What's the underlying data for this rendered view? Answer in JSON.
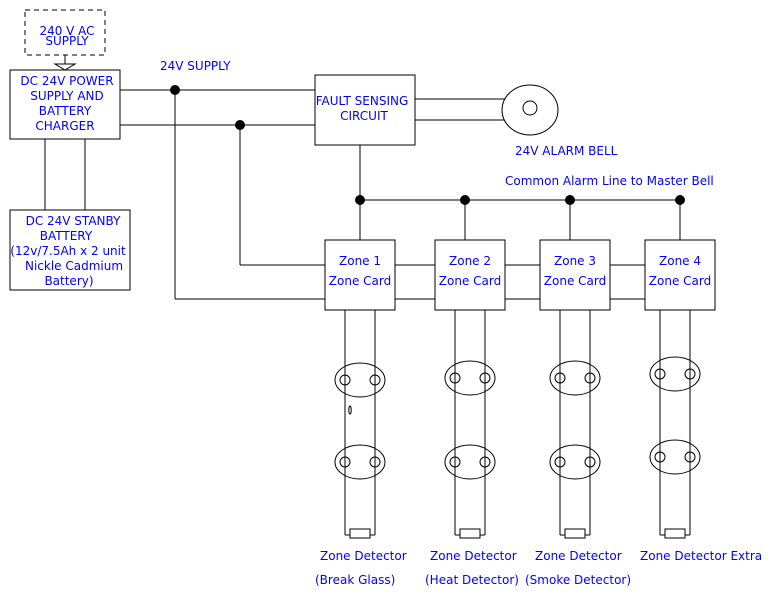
{
  "ac_supply": {
    "lines": [
      "240 V AC",
      "SUPPLY"
    ]
  },
  "power_supply": {
    "lines": [
      "DC 24V POWER",
      "SUPPLY AND",
      "BATTERY",
      "CHARGER"
    ]
  },
  "battery": {
    "lines": [
      "DC 24V STANBY",
      "BATTERY",
      "(12v/7.5Ah x 2 unit",
      "Nickle Cadmium",
      "Battery)"
    ]
  },
  "supply_label": "24V SUPPLY",
  "fault_circuit": {
    "lines": [
      "FAULT SENSING",
      "CIRCUIT"
    ]
  },
  "bell_label": "24V ALARM BELL",
  "common_line_label": "Common Alarm Line to Master Bell",
  "zones": [
    {
      "card": [
        "Zone 1",
        "Zone Card"
      ],
      "detector": "Zone Detector",
      "type": "(Break Glass)"
    },
    {
      "card": [
        "Zone 2",
        "Zone Card"
      ],
      "detector": "Zone Detector",
      "type": "(Heat Detector)"
    },
    {
      "card": [
        "Zone 3",
        "Zone Card"
      ],
      "detector": "Zone Detector",
      "type": "(Smoke Detector)"
    },
    {
      "card": [
        "Zone 4",
        "Zone Card"
      ],
      "detector": "Zone Detector Extra",
      "type": ""
    }
  ],
  "colors": {
    "text": "#0000ff",
    "lines": "#000000"
  }
}
